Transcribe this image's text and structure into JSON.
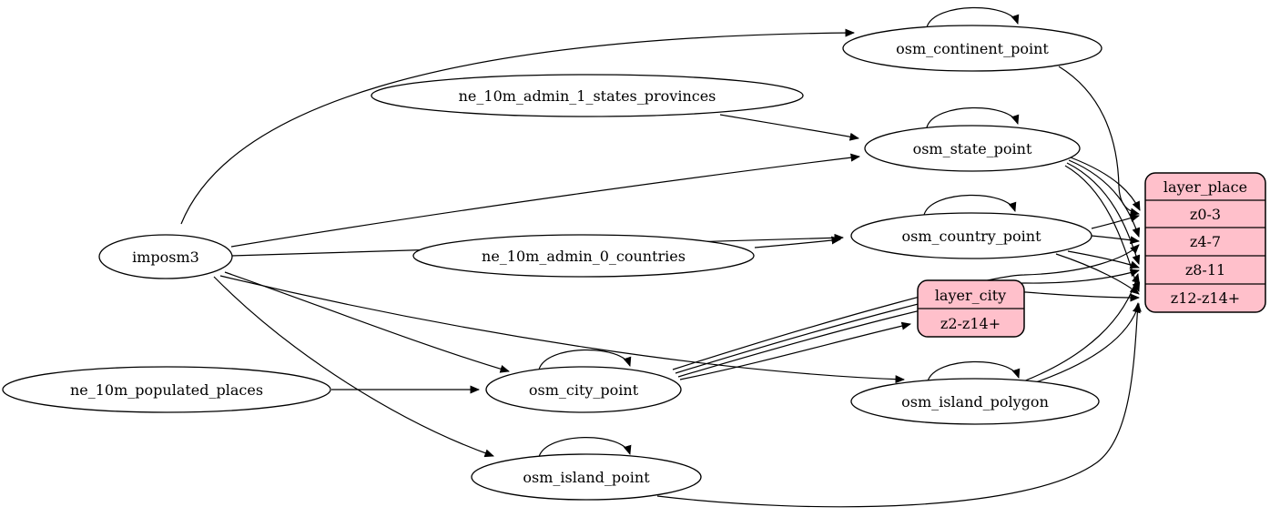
{
  "diagram": {
    "type": "graphviz-dependency-graph",
    "background_color": "#ffffff",
    "node_fill_color": "#ffffff",
    "layer_fill_color": "#ffc0cb",
    "stroke_color": "#000000",
    "nodes": {
      "imposm3": "imposm3",
      "ne_10m_admin_1_states_provinces": "ne_10m_admin_1_states_provinces",
      "ne_10m_admin_0_countries": "ne_10m_admin_0_countries",
      "ne_10m_populated_places": "ne_10m_populated_places",
      "osm_continent_point": "osm_continent_point",
      "osm_state_point": "osm_state_point",
      "osm_country_point": "osm_country_point",
      "osm_city_point": "osm_city_point",
      "osm_island_polygon": "osm_island_polygon",
      "osm_island_point": "osm_island_point"
    },
    "records": {
      "layer_place": {
        "title": "layer_place",
        "rows": [
          "z0-3",
          "z4-7",
          "z8-11",
          "z12-z14+"
        ]
      },
      "layer_city": {
        "title": "layer_city",
        "rows": [
          "z2-z14+"
        ]
      }
    },
    "edges": [
      {
        "from": "imposm3",
        "to": "osm_continent_point"
      },
      {
        "from": "imposm3",
        "to": "osm_state_point"
      },
      {
        "from": "imposm3",
        "to": "osm_country_point"
      },
      {
        "from": "imposm3",
        "to": "osm_city_point"
      },
      {
        "from": "imposm3",
        "to": "osm_island_polygon"
      },
      {
        "from": "imposm3",
        "to": "osm_island_point"
      },
      {
        "from": "ne_10m_admin_1_states_provinces",
        "to": "osm_state_point"
      },
      {
        "from": "ne_10m_admin_0_countries",
        "to": "osm_country_point"
      },
      {
        "from": "ne_10m_populated_places",
        "to": "osm_city_point"
      },
      {
        "from": "osm_continent_point",
        "to": "osm_continent_point"
      },
      {
        "from": "osm_state_point",
        "to": "osm_state_point"
      },
      {
        "from": "osm_country_point",
        "to": "osm_country_point"
      },
      {
        "from": "osm_city_point",
        "to": "osm_city_point"
      },
      {
        "from": "osm_island_polygon",
        "to": "osm_island_polygon"
      },
      {
        "from": "osm_island_point",
        "to": "osm_island_point"
      },
      {
        "from": "osm_continent_point",
        "to": "layer_place",
        "port": "z0-3"
      },
      {
        "from": "osm_state_point",
        "to": "layer_place",
        "port": "z0-3"
      },
      {
        "from": "osm_state_point",
        "to": "layer_place",
        "port": "z4-7"
      },
      {
        "from": "osm_state_point",
        "to": "layer_place",
        "port": "z8-11"
      },
      {
        "from": "osm_state_point",
        "to": "layer_place",
        "port": "z12-z14+"
      },
      {
        "from": "osm_country_point",
        "to": "layer_place",
        "port": "z0-3"
      },
      {
        "from": "osm_country_point",
        "to": "layer_place",
        "port": "z4-7"
      },
      {
        "from": "osm_country_point",
        "to": "layer_place",
        "port": "z8-11"
      },
      {
        "from": "osm_country_point",
        "to": "layer_place",
        "port": "z12-z14+"
      },
      {
        "from": "osm_city_point",
        "to": "layer_city",
        "port": "z2-z14+"
      },
      {
        "from": "osm_city_point",
        "to": "layer_place",
        "port": "z4-7"
      },
      {
        "from": "osm_city_point",
        "to": "layer_place",
        "port": "z8-11"
      },
      {
        "from": "osm_city_point",
        "to": "layer_place",
        "port": "z12-z14+"
      },
      {
        "from": "osm_island_polygon",
        "to": "layer_place",
        "port": "z8-11"
      },
      {
        "from": "osm_island_polygon",
        "to": "layer_place",
        "port": "z12-z14+"
      },
      {
        "from": "osm_island_point",
        "to": "layer_place",
        "port": "z12-z14+"
      }
    ]
  }
}
